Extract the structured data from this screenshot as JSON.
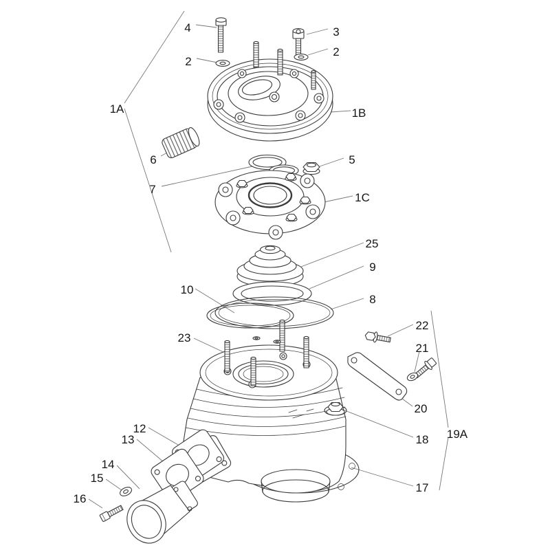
{
  "diagram": {
    "kind": "exploded-parts-diagram",
    "background": "#ffffff",
    "line_color": "#3a3a3a",
    "leader_color": "#777777",
    "label_color": "#161616",
    "labels": [
      {
        "text": "4"
      },
      {
        "text": "3"
      },
      {
        "text": "2"
      },
      {
        "text": "2"
      },
      {
        "text": "1A"
      },
      {
        "text": "1B"
      },
      {
        "text": "6"
      },
      {
        "text": "5"
      },
      {
        "text": "7"
      },
      {
        "text": "1C"
      },
      {
        "text": "25"
      },
      {
        "text": "9"
      },
      {
        "text": "10"
      },
      {
        "text": "8"
      },
      {
        "text": "22"
      },
      {
        "text": "23"
      },
      {
        "text": "21"
      },
      {
        "text": "20"
      },
      {
        "text": "18"
      },
      {
        "text": "19A"
      },
      {
        "text": "12"
      },
      {
        "text": "13"
      },
      {
        "text": "14"
      },
      {
        "text": "15"
      },
      {
        "text": "16"
      },
      {
        "text": "17"
      }
    ]
  }
}
